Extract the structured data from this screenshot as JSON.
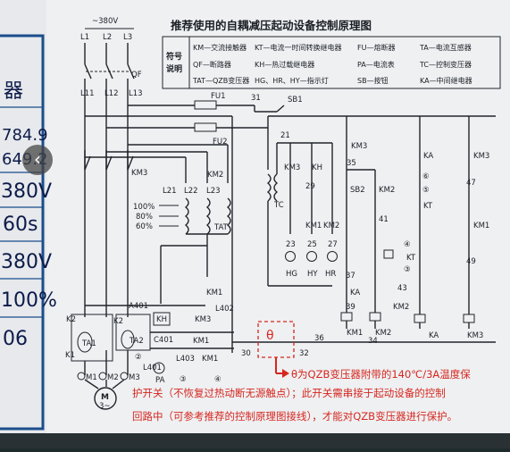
{
  "diagram": {
    "title": "推荐使用的自耦减压起动设备控制原理图",
    "supply": "~380V",
    "legend": {
      "heading_line1": "符号",
      "heading_line2": "说明",
      "rows": [
        [
          "KM—交流接触器",
          "KT—电流一时间转换继电器",
          "FU—熔断器",
          "TA—电流互感器"
        ],
        [
          "QF—断路器",
          "KH—热过载继电器",
          "PA—电流表",
          "TC—控制变压器"
        ],
        [
          "TAT—QZB变压器",
          "HG、HR、HY—指示灯",
          "SB—按钮",
          "KA—中间继电器"
        ]
      ]
    },
    "side_values": [
      "器",
      "784.9",
      "649.2",
      "380V",
      "60s",
      "380V",
      "100%",
      "06"
    ],
    "labels": {
      "L1": "L1",
      "L2": "L2",
      "L3": "L3",
      "L11": "L11",
      "L12": "L12",
      "L13": "L13",
      "QF": "QF",
      "FU1": "FU1",
      "FU2": "FU2",
      "KM3a": "KM3",
      "KM2a": "KM2",
      "KM1a": "KM1",
      "L21": "L21",
      "L22": "L22",
      "L23": "L23",
      "TAT": "TAT",
      "TC": "TC",
      "tap100": "100%",
      "tap80": "80%",
      "tap60": "60%",
      "A401": "A401",
      "KH": "KH",
      "KM3b": "KM3",
      "L402": "L402",
      "K1": "K1",
      "K2a": "K2",
      "K2b": "K2",
      "TA1": "TA1",
      "TA2": "TA2",
      "C401": "C401",
      "KM1b": "KM1",
      "L401": "L401",
      "L403": "L403",
      "KM1c": "KM1",
      "PA": "PA",
      "M1": "M1",
      "M2": "M2",
      "M3": "M3",
      "motor": "M",
      "motor_sub": "3~",
      "n2": "②",
      "n3": "③",
      "n4": "④",
      "w31": "31",
      "SB1": "SB1",
      "w21": "21",
      "KM3c": "KM3",
      "KH2": "KH",
      "w29": "29",
      "KM1d": "KM1",
      "KM2c": "KM2",
      "w23": "23",
      "w25": "25",
      "w27": "27",
      "HG": "HG",
      "HY": "HY",
      "HR": "HR",
      "KM3d": "KM3",
      "w35": "35",
      "SB2": "SB2",
      "KM2d": "KM2",
      "w41": "41",
      "n4b": "④",
      "KT": "KT",
      "n3b": "③",
      "w37": "37",
      "KA": "KA",
      "w39": "39",
      "w43": "43",
      "KM2e": "KM2",
      "KM1e": "KM1",
      "KA2": "KA",
      "KT2": "KT",
      "n5": "⑤",
      "n6": "⑥",
      "KM3e": "KM3",
      "w47": "47",
      "KM1f": "KM1",
      "w49": "49",
      "KM2f": "KM2",
      "KAc": "KA",
      "KM3f": "KM3",
      "w30": "30",
      "w32": "32",
      "w34": "34",
      "w36": "36",
      "theta": "θ"
    },
    "note_line1": "θ为QZB变压器附带的140℃/3A温度保",
    "note_line2": "护开关（不恢复过热动断无源触点）；此开关需串接于起动设备的控制",
    "note_line3": "回路中（可参考推荐的控制原理图接线），才能对QZB变压器进行保护。"
  },
  "ui": {
    "back_button_icon": "‹"
  },
  "colors": {
    "paper": "#f3f4f6",
    "border": "#1a4d8c",
    "annotation": "#d7261e",
    "side_text": "#0d1b4a"
  }
}
